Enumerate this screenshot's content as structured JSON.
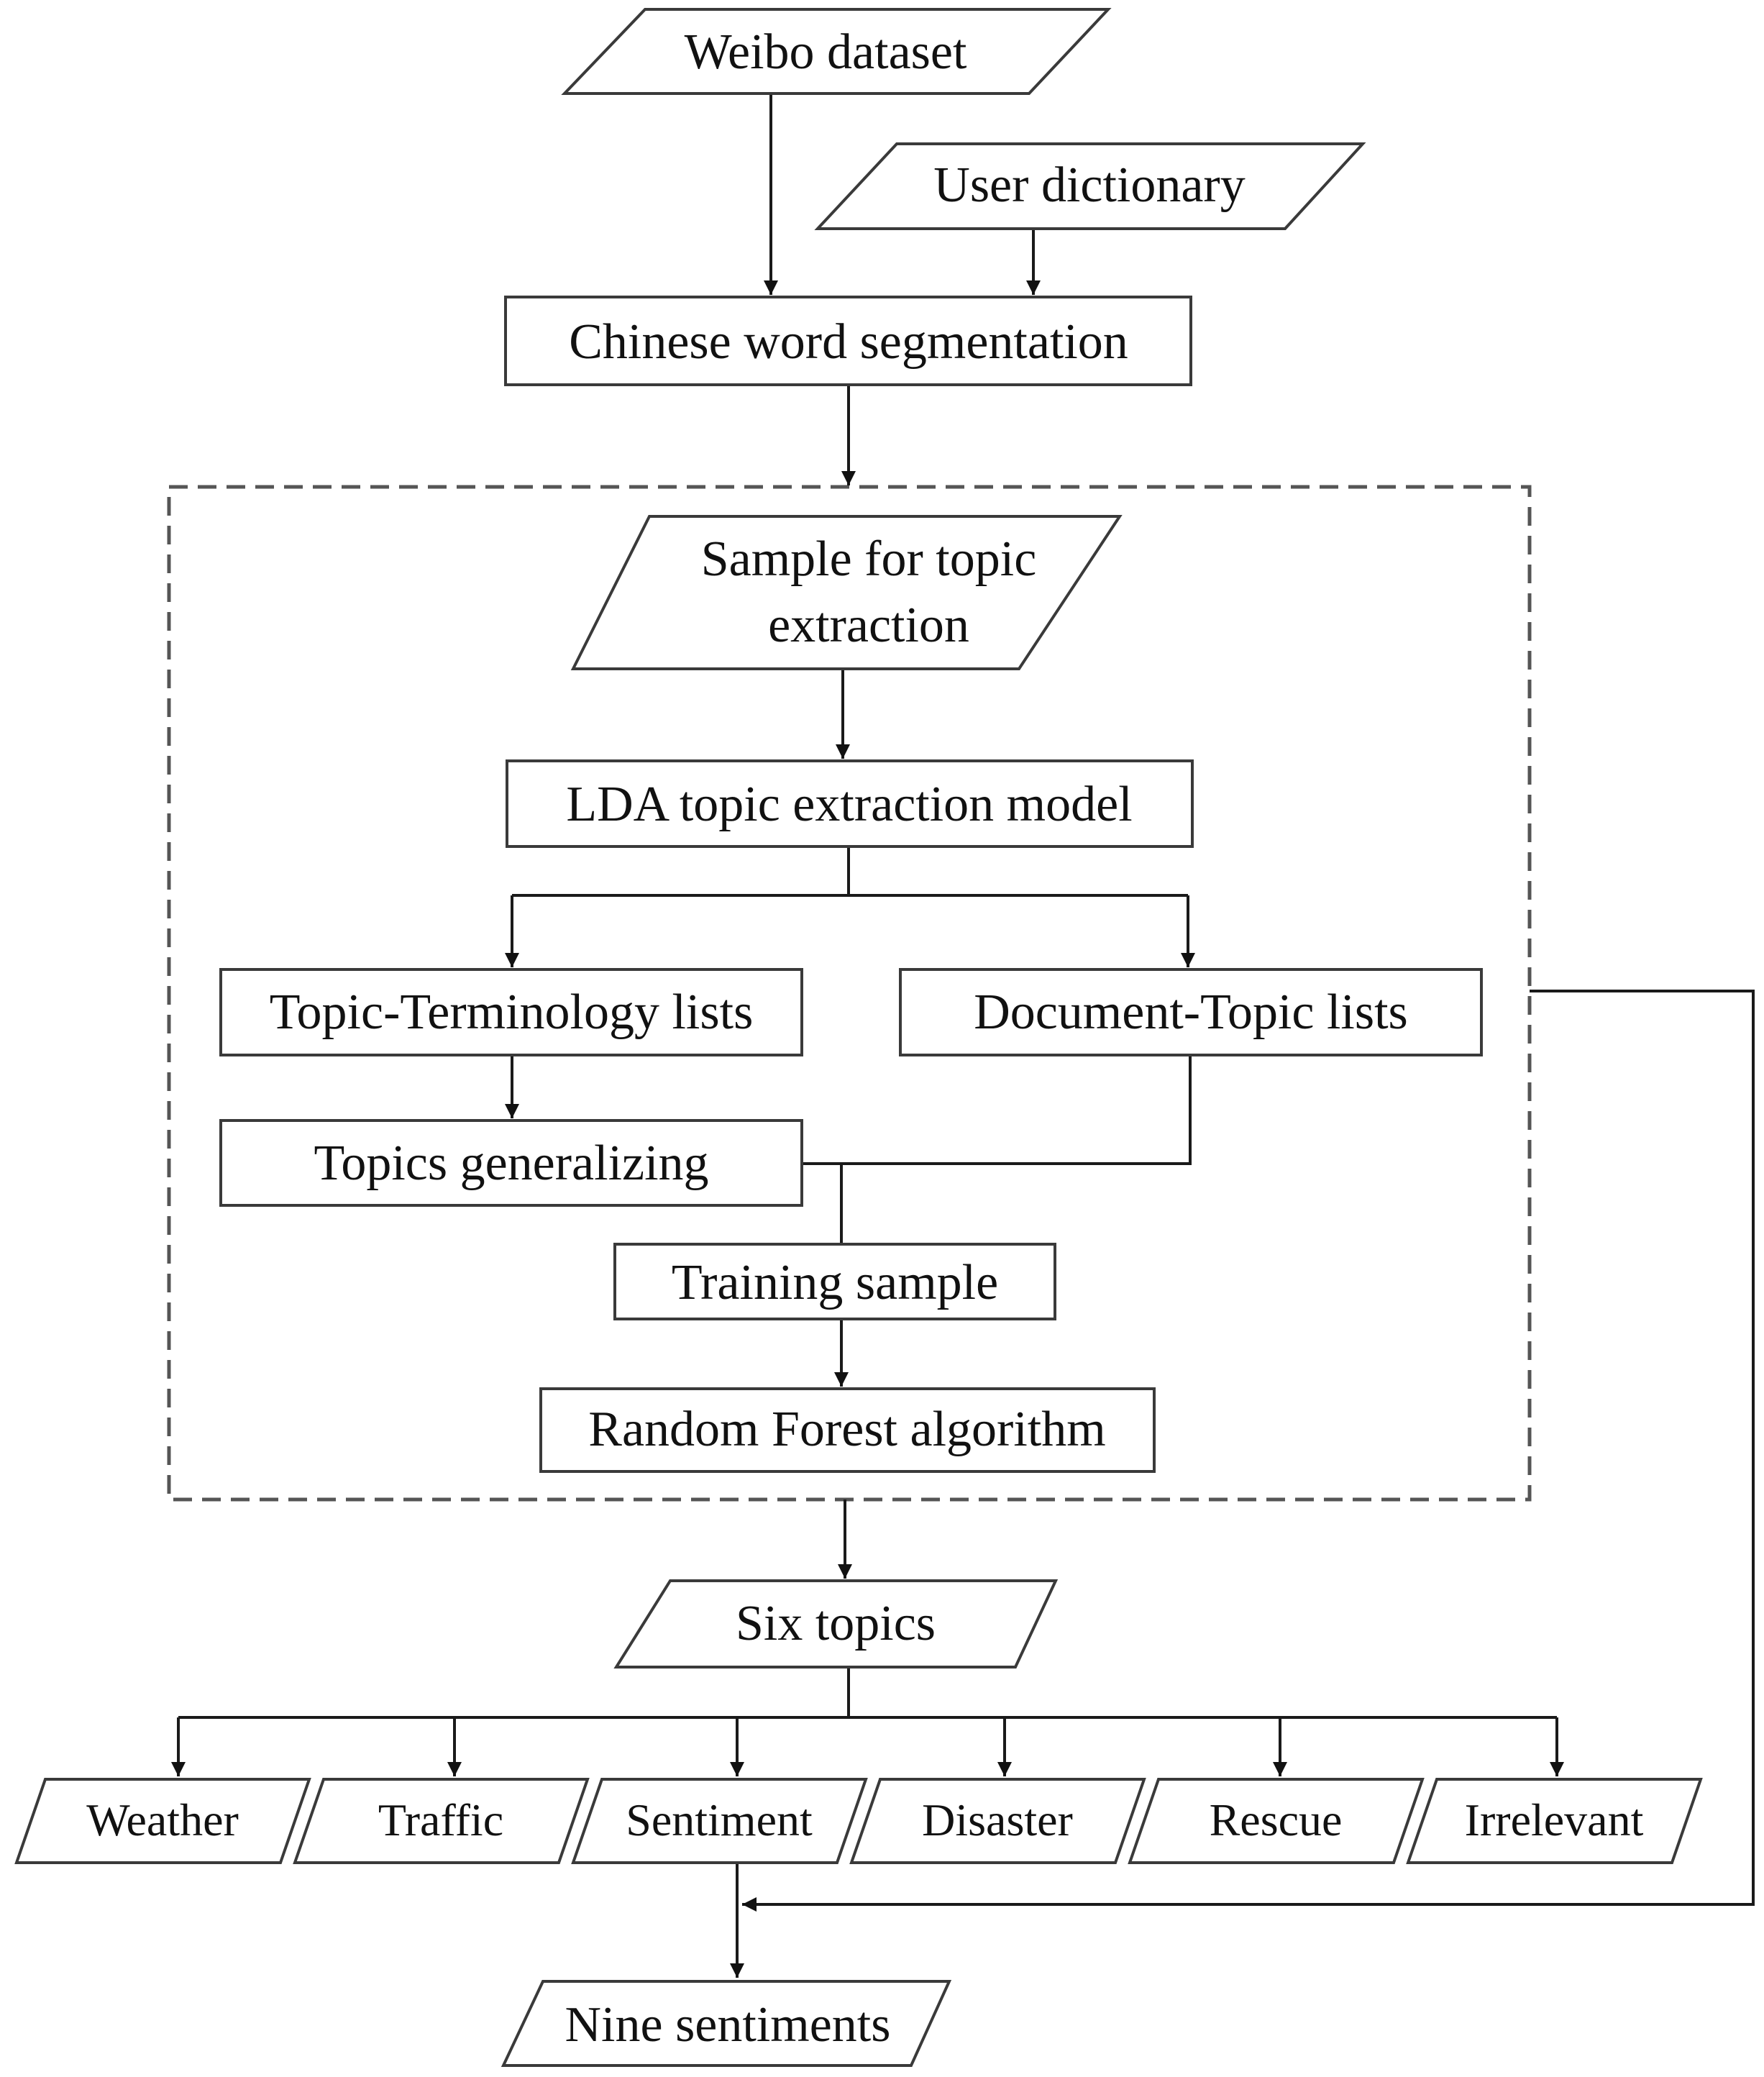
{
  "nodes": {
    "weibo_dataset": "Weibo dataset",
    "user_dictionary": "User dictionary",
    "chinese_word_segmentation": "Chinese word segmentation",
    "sample_line1": "Sample for topic",
    "sample_line2": "extraction",
    "lda_model": "LDA topic extraction model",
    "topic_terminology_lists": "Topic-Terminology lists",
    "document_topic_lists": "Document-Topic lists",
    "topics_generalizing": "Topics generalizing",
    "training_sample": "Training sample",
    "random_forest": "Random Forest algorithm",
    "six_topics": "Six topics",
    "weather": "Weather",
    "traffic": "Traffic",
    "sentiment": "Sentiment",
    "disaster": "Disaster",
    "rescue": "Rescue",
    "irrelevant": "Irrelevant",
    "nine_sentiments": "Nine sentiments"
  }
}
